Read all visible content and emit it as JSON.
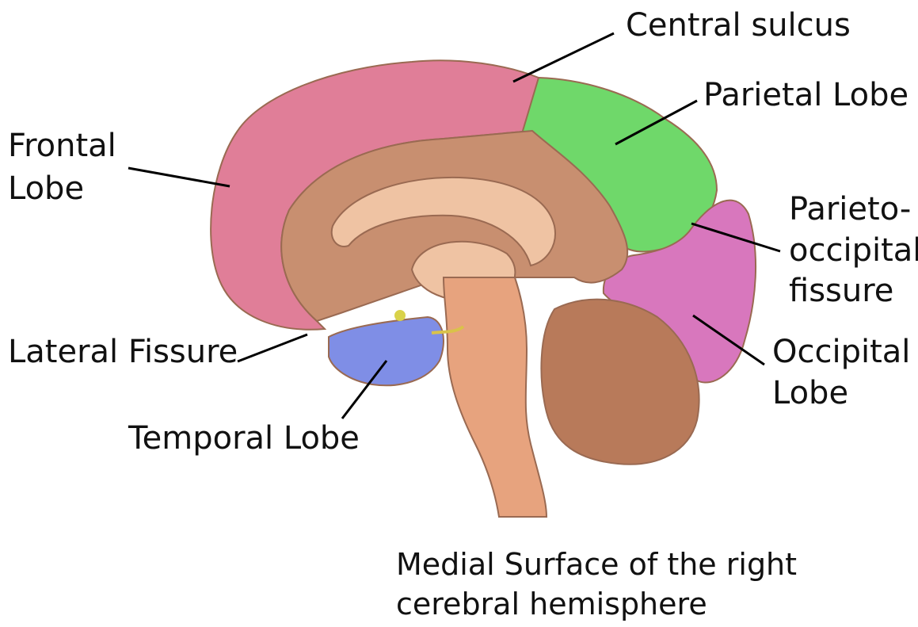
{
  "labels": {
    "central_sulcus": "Central sulcus",
    "parietal_lobe": "Parietal Lobe",
    "frontal_lobe_1": "Frontal",
    "frontal_lobe_2": "Lobe",
    "parieto_occipital_1": "Parieto-",
    "parieto_occipital_2": "occipital",
    "parieto_occipital_3": "fissure",
    "lateral_fissure": "Lateral Fissure",
    "occipital_lobe_1": "Occipital",
    "occipital_lobe_2": "Lobe",
    "temporal_lobe": "Temporal Lobe"
  },
  "caption": {
    "line1": "Medial Surface of the right",
    "line2": "cerebral hemisphere"
  },
  "colors": {
    "frontal": "#e07e98",
    "parietal": "#6fd86a",
    "occipital": "#d877bd",
    "temporal": "#7f8ee6",
    "cingulate": "#c88f70",
    "corpus_callosum": "#efc3a3",
    "brainstem": "#e7a37e",
    "cerebellum": "#b87a5a",
    "leader_line": "#000000"
  }
}
